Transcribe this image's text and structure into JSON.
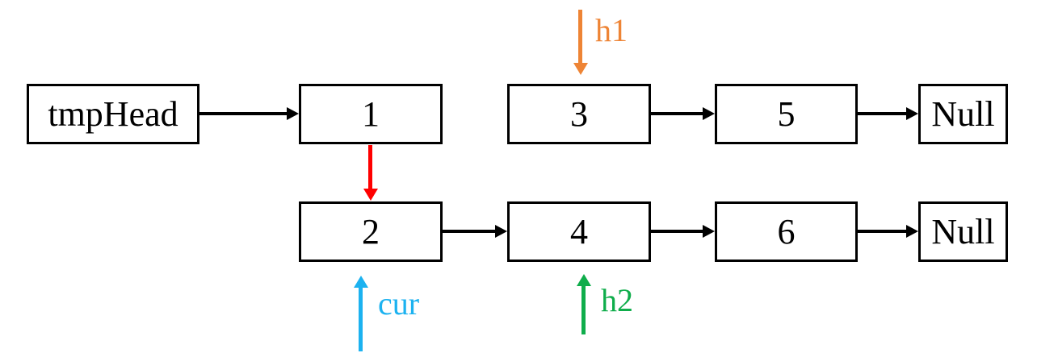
{
  "nodes": {
    "tmpHead": {
      "label": "tmpHead"
    },
    "n1": {
      "label": "1"
    },
    "n3": {
      "label": "3"
    },
    "n5": {
      "label": "5"
    },
    "nullTop": {
      "label": "Null"
    },
    "n2": {
      "label": "2"
    },
    "n4": {
      "label": "4"
    },
    "n6": {
      "label": "6"
    },
    "nullBottom": {
      "label": "Null"
    }
  },
  "edges": [
    {
      "from": "tmpHead",
      "to": "1",
      "direction": "right",
      "color": "#000000"
    },
    {
      "from": "1",
      "to": "2",
      "direction": "down",
      "color": "#ff0000"
    },
    {
      "from": "2",
      "to": "4",
      "direction": "right",
      "color": "#000000"
    },
    {
      "from": "3",
      "to": "5",
      "direction": "right",
      "color": "#000000"
    },
    {
      "from": "4",
      "to": "6",
      "direction": "right",
      "color": "#000000"
    },
    {
      "from": "5",
      "to": "Null",
      "direction": "right",
      "color": "#000000"
    },
    {
      "from": "6",
      "to": "Null",
      "direction": "right",
      "color": "#000000"
    }
  ],
  "pointers": {
    "h1": {
      "label": "h1",
      "color": "#ee8435",
      "direction": "down",
      "target": "3"
    },
    "cur": {
      "label": "cur",
      "color": "#1cb2f0",
      "direction": "up",
      "target": "2"
    },
    "h2": {
      "label": "h2",
      "color": "#0fad4b",
      "direction": "up",
      "target": "4"
    }
  }
}
